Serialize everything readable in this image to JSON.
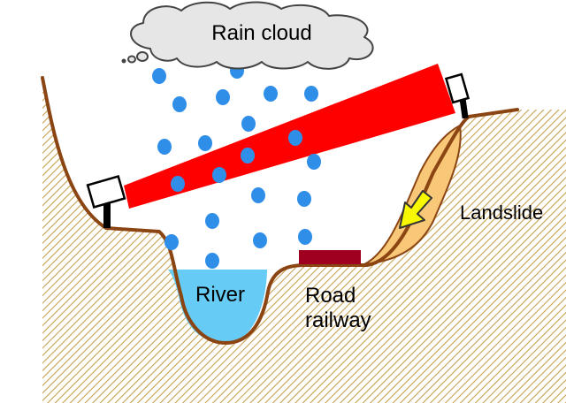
{
  "labels": {
    "rain_cloud": "Rain cloud",
    "river": "River",
    "road_line1": "Road",
    "road_line2": "railway",
    "landslide": "Landslide"
  },
  "colors": {
    "ground_outline": "#8B4513",
    "ground_hatch": "#C8A050",
    "river_water": "#66CCF5",
    "rain_drop": "#2F8FE8",
    "radar_beam": "#FF0000",
    "road": "#A00020",
    "landslide_fill": "#F8C878",
    "arrow_fill": "#F8F800",
    "cloud_fill": "#E6E6E6",
    "cloud_outline": "#444444"
  }
}
